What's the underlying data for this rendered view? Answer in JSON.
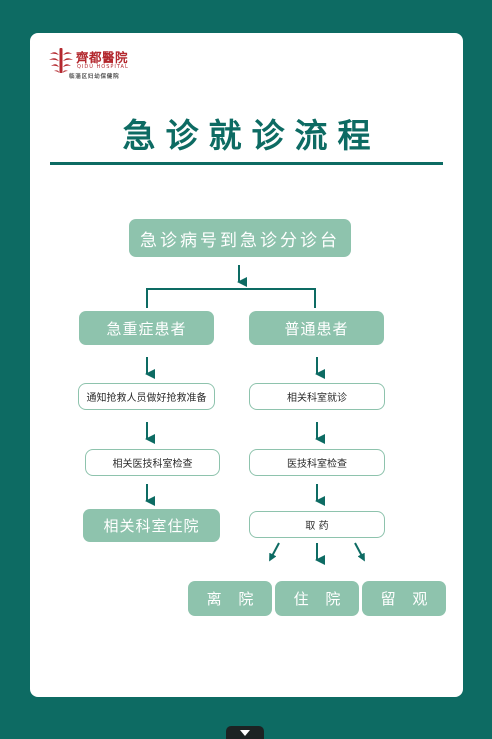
{
  "logo": {
    "name": "齊都醫院",
    "english": "QIDU HOSPITAL",
    "subtitle": "临淄区妇幼保健院"
  },
  "title": "急诊就诊流程",
  "flow": {
    "start": "急诊病号到急诊分诊台",
    "left": {
      "header": "急重症患者",
      "step1": "通知抢救人员做好抢救准备",
      "step2": "相关医技科室检查",
      "end": "相关科室住院"
    },
    "right": {
      "header": "普通患者",
      "step1": "相关科室就诊",
      "step2": "医技科室检查",
      "step3": "取 药"
    },
    "outcomes": [
      "离 院",
      "住 院",
      "留 观"
    ]
  },
  "colors": {
    "primary": "#0d6b63",
    "node": "#8ec3ad",
    "logo": "#b3282e"
  },
  "icons": {
    "logo_mark": "hospital-logo-icon",
    "bottom_tab": "chevron-down-icon"
  }
}
